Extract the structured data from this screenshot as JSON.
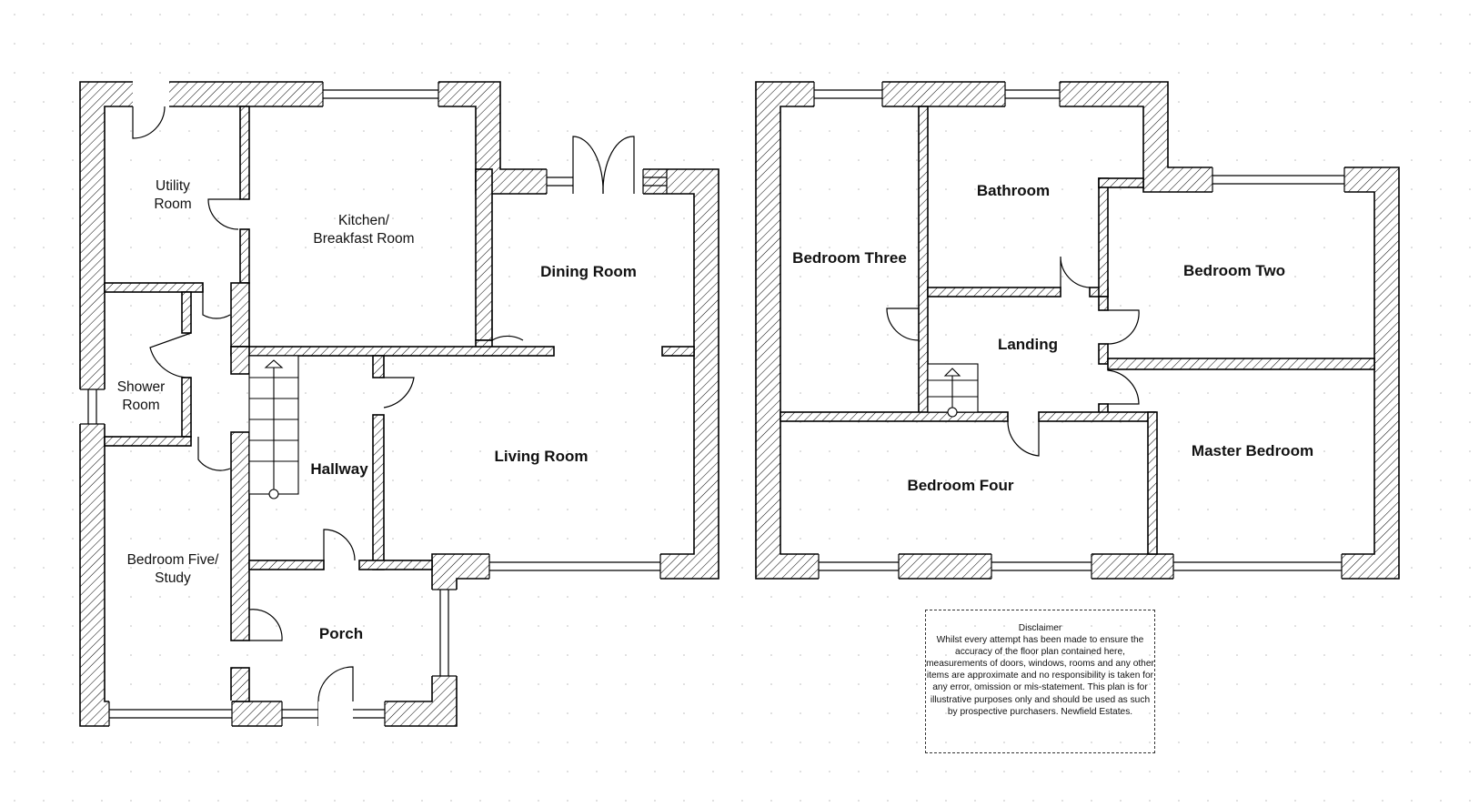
{
  "ground_floor": {
    "rooms": {
      "utility_line1": "Utility",
      "utility_line2": "Room",
      "kitchen_line1": "Kitchen/",
      "kitchen_line2": "Breakfast Room",
      "dining": "Dining Room",
      "shower_line1": "Shower",
      "shower_line2": "Room",
      "hallway": "Hallway",
      "living": "Living Room",
      "bedroom5_line1": "Bedroom Five/",
      "bedroom5_line2": "Study",
      "porch": "Porch"
    }
  },
  "first_floor": {
    "rooms": {
      "bedroom3": "Bedroom Three",
      "bathroom": "Bathroom",
      "bedroom2": "Bedroom Two",
      "landing": "Landing",
      "bedroom4": "Bedroom Four",
      "master": "Master Bedroom"
    }
  },
  "disclaimer": {
    "title": "Disclaimer",
    "body": "Whilst every attempt has been made to ensure the accuracy of the floor plan contained here, measurements of doors, windows, rooms and any other items are approximate and no responsibility is taken for any error, omission or mis-statement. This plan is for illustrative purposes only and should be used as such by prospective purchasers. Newfield Estates."
  }
}
